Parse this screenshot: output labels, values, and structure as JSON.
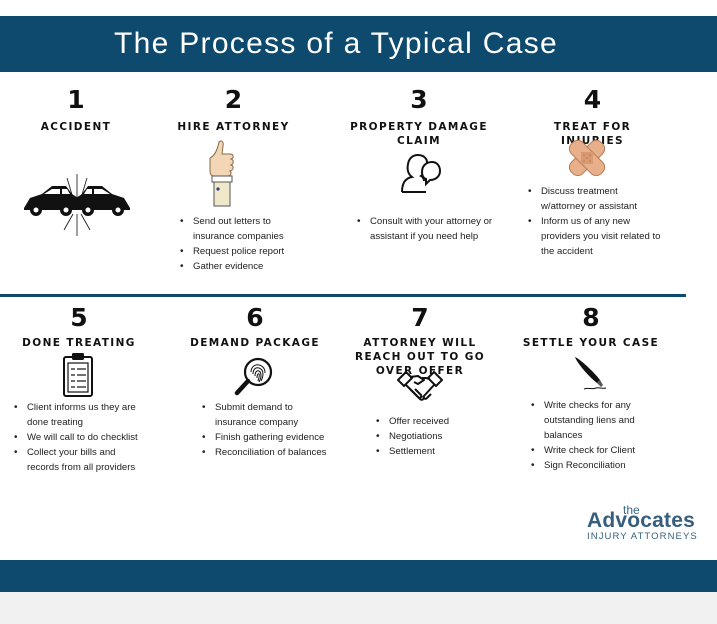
{
  "title": "The Process of a Typical Case",
  "steps": [
    {
      "number": "1",
      "title": "ACCIDENT",
      "icon": "car-crash-icon",
      "bullets": []
    },
    {
      "number": "2",
      "title": "HIRE ATTORNEY",
      "icon": "thumbs-up-icon",
      "bullets": [
        "Send out letters to insurance companies",
        "Request police report",
        "Gather evidence"
      ]
    },
    {
      "number": "3",
      "title": "PROPERTY DAMAGE CLAIM",
      "icon": "consult-person-icon",
      "bullets": [
        "Consult with your attorney or assistant if you need help"
      ]
    },
    {
      "number": "4",
      "title": "TREAT FOR INJURIES",
      "icon": "bandage-icon",
      "bullets": [
        "Discuss treatment w/attorney or assistant",
        "Inform us of any new providers you visit related to the accident"
      ]
    },
    {
      "number": "5",
      "title": "DONE TREATING",
      "icon": "clipboard-icon",
      "bullets": [
        "Client informs us they are done treating",
        "We will call to do checklist",
        "Collect your bills and records from all providers"
      ]
    },
    {
      "number": "6",
      "title": "DEMAND PACKAGE",
      "icon": "fingerprint-magnifier-icon",
      "bullets": [
        "Submit demand to insurance company",
        "Finish gathering evidence",
        "Reconciliation of balances"
      ]
    },
    {
      "number": "7",
      "title": "ATTORNEY WILL REACH OUT TO GO OVER OFFER",
      "icon": "handshake-icon",
      "bullets": [
        "Offer received",
        "Negotiations",
        "Settlement"
      ]
    },
    {
      "number": "8",
      "title": "SETTLE YOUR CASE",
      "icon": "pen-signature-icon",
      "bullets": [
        "Write checks for any outstanding liens and balances",
        "Write check for Client",
        "Sign Reconciliation"
      ]
    }
  ],
  "logo": {
    "the": "the",
    "name": "Advocates",
    "tagline": "INJURY ATTORNEYS"
  },
  "colors": {
    "brand": "#0e4a6e",
    "logo": "#355f7d"
  }
}
